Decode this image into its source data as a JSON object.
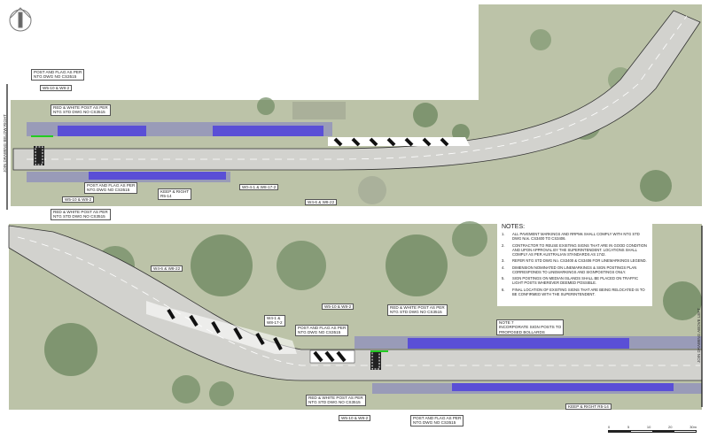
{
  "top_panel": {
    "join_label": "JOIN DRAWING BELOW RIGHT",
    "labels": [
      "POST AND FLAG AS PER\nNTG DWG NO CS3515",
      "W5-10 & W8-2",
      "RED & WHITE POST AS PER\nNTG STD DWG NO CS3515",
      "POST AND FLAG AS PER\nNTG DWG NO CS3515",
      "W5-10 & W8-2",
      "RED & WHITE POST AS PER\nNTG STD DWG NO CS3515",
      "KEEP & RIGHT\nR5-14",
      "W0-4-1 & W8-17-2",
      "W4-6 & W8-22"
    ]
  },
  "bottom_panel": {
    "join_label": "JOIN DRAWING ABOVE LEFT",
    "labels": [
      "W4-6 & W8-22",
      "W4-1 &\nW8-17-2",
      "POST AND FLAG AS PER\nNTG DWG NO CS3515",
      "W5-10 & W8-2",
      "RED & WHITE POST AS PER\nNTG STD DWG NO CS3515",
      "RED & WHITE POST AS PER\nNTG STD DWG NO CS3515",
      "W5-10 & W8-2",
      "POST AND FLAG AS PER\nNTG DWG NO CS3515",
      "NOTE 7\nINCORPORATE SIGN POSTS TO\nPROPOSED BOLLARDS",
      "KEEP & RIGHT R5-14"
    ]
  },
  "notes": {
    "title": "NOTES:",
    "items": [
      {
        "n": "1.",
        "text": "ALL PAVEMENT MARKINGS AND RRPMs SHALL COMPLY WITH NTG STD DWG Nos. CS3400 TO CS3406."
      },
      {
        "n": "2.",
        "text": "CONTRACTOR TO REUSE EXISTING SIGNS THAT ARE IN GOOD CONDITION AND UPON APPROVAL BY THE SUPERINTENDENT. LOCATIONS SHALL COMPLY AS PER AUSTRALIAN STANDARDS AS 1742."
      },
      {
        "n": "3.",
        "text": "REFER NTG STD DWG No. CS3400 & CS3406 FOR LINEMARKINGS LEGEND."
      },
      {
        "n": "4.",
        "text": "DIMENSION NOMINATED ON LINEMARKINGS & SIGN POSTINGS PLAN CORRESPONDS TO LINEMARKINGS AND SIGNPOSTINGS ONLY."
      },
      {
        "n": "5.",
        "text": "SIGN POSTINGS ON MEDIAN ISLANDS SHALL BE PLACED ON TRAFFIC LIGHT POSTS WHEREVER DEEMED POSSIBLE."
      },
      {
        "n": "6.",
        "text": "FINAL LOCATION OF EXISTING SIGNS THAT ARE BEING RELOCATED IS TO BE CONFIRMED WITH THE SUPERINTENDENT."
      }
    ]
  },
  "scale_bar": {
    "ticks": [
      "0",
      "5",
      "10",
      "20",
      "30m"
    ]
  },
  "colors": {
    "island": "#5a4fd6",
    "aerial": "#b9c1a6",
    "road": "#cfcfcb",
    "tree": "#6f8a62",
    "kerb_green": "#22cc22"
  }
}
